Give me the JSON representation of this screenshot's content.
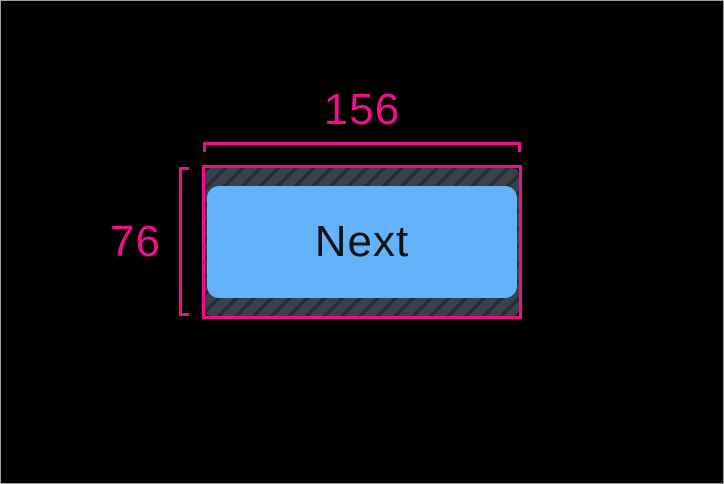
{
  "canvas": {
    "background": "#000000",
    "frame_border": "#9e9e9e"
  },
  "measurements": {
    "width": {
      "label": "156"
    },
    "height": {
      "label": "76"
    }
  },
  "button": {
    "label": "Next"
  },
  "colors": {
    "measure_accent": "#f10d8c",
    "button_fill": "#64b3fa",
    "button_text": "#0f1115",
    "padding_hatch_bg": "#3a4149",
    "padding_hatch_stripe": "#282d35"
  }
}
